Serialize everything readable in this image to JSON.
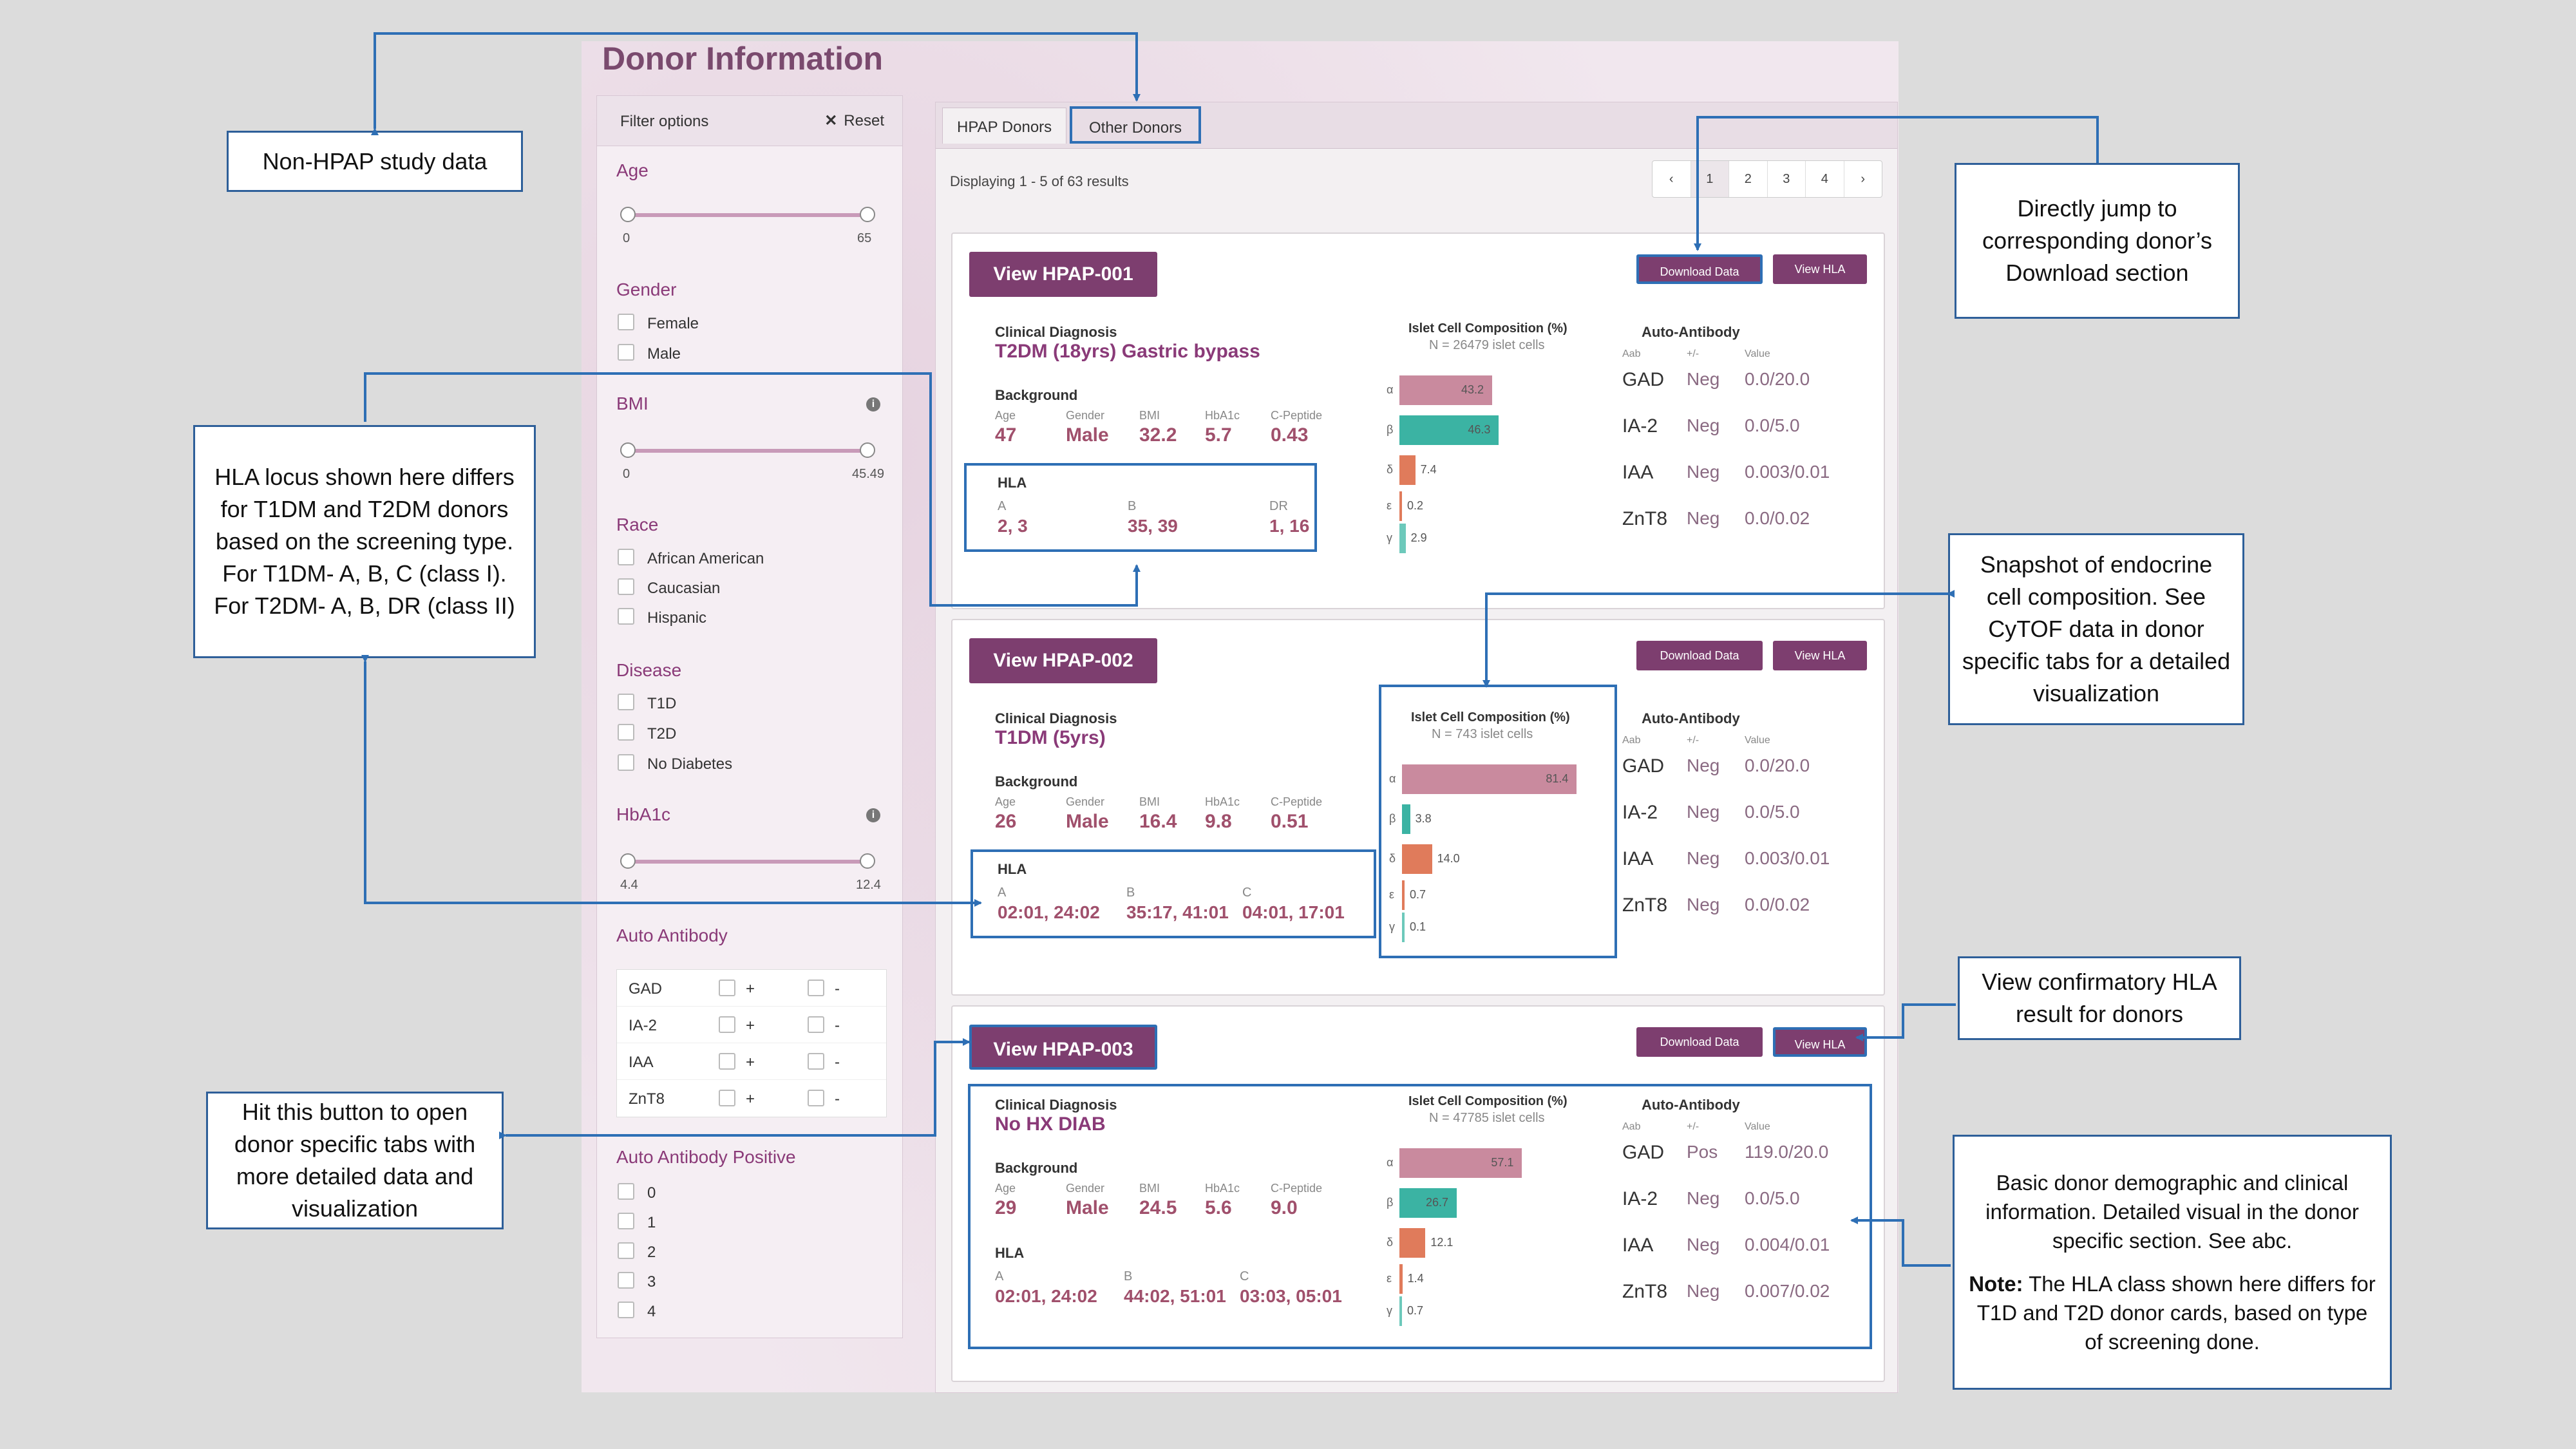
{
  "app": {
    "title": "Donor Information"
  },
  "filter": {
    "title": "Filter options",
    "reset_icon": "close-icon",
    "reset": "Reset",
    "age": {
      "label": "Age",
      "min": "0",
      "max": "65"
    },
    "gender": {
      "label": "Gender",
      "options": [
        "Female",
        "Male"
      ]
    },
    "bmi": {
      "label": "BMI",
      "min": "0",
      "max": "45.49"
    },
    "race": {
      "label": "Race",
      "options": [
        "African American",
        "Caucasian",
        "Hispanic"
      ]
    },
    "disease": {
      "label": "Disease",
      "options": [
        "T1D",
        "T2D",
        "No Diabetes"
      ]
    },
    "hba1c": {
      "label": "HbA1c",
      "min": "4.4",
      "max": "12.4"
    },
    "auto_antibody": {
      "label": "Auto Antibody",
      "rows": [
        "GAD",
        "IA-2",
        "IAA",
        "ZnT8"
      ],
      "plus": "+",
      "minus": "-"
    },
    "auto_antibody_positive": {
      "label": "Auto Antibody Positive",
      "options": [
        "0",
        "1",
        "2",
        "3",
        "4"
      ]
    }
  },
  "tabs": [
    "HPAP Donors",
    "Other Donors"
  ],
  "results_text": "Displaying 1 - 5 of 63 results",
  "pager": [
    "‹",
    "1",
    "2",
    "3",
    "4",
    "›"
  ],
  "labels": {
    "clinical_diagnosis": "Clinical Diagnosis",
    "background": "Background",
    "age": "Age",
    "gender": "Gender",
    "bmi": "BMI",
    "hba1c": "HbA1c",
    "cpeptide": "C-Peptide",
    "hla": "HLA",
    "islet_title": "Islet Cell Composition (%)",
    "auto_antibody": "Auto-Antibody",
    "aab": "Aab",
    "pm": "+/-",
    "value": "Value",
    "download": "Download Data",
    "view_hla": "View HLA",
    "greek": [
      "α",
      "β",
      "δ",
      "ε",
      "γ"
    ]
  },
  "donors": [
    {
      "button": "View HPAP-001",
      "diagnosis": "T2DM (18yrs) Gastric bypass",
      "age": "47",
      "gender": "Male",
      "bmi": "32.2",
      "hba1c": "5.7",
      "cpeptide": "0.43",
      "hla_loci": [
        "A",
        "B",
        "DR"
      ],
      "hla_vals": [
        "2, 3",
        "35, 39",
        "1, 16"
      ],
      "islet_n": "N = 26479 islet cells",
      "islet": [
        43.2,
        46.3,
        7.4,
        0.2,
        2.9
      ],
      "islet_labels": [
        "43.2",
        "46.3",
        "7.4",
        "0.2",
        "2.9"
      ],
      "ab": [
        [
          "GAD",
          "Neg",
          "0.0/20.0"
        ],
        [
          "IA-2",
          "Neg",
          "0.0/5.0"
        ],
        [
          "IAA",
          "Neg",
          "0.003/0.01"
        ],
        [
          "ZnT8",
          "Neg",
          "0.0/0.02"
        ]
      ]
    },
    {
      "button": "View HPAP-002",
      "diagnosis": "T1DM (5yrs)",
      "age": "26",
      "gender": "Male",
      "bmi": "16.4",
      "hba1c": "9.8",
      "cpeptide": "0.51",
      "hla_loci": [
        "A",
        "B",
        "C"
      ],
      "hla_vals": [
        "02:01, 24:02",
        "35:17, 41:01",
        "04:01, 17:01"
      ],
      "islet_n": "N = 743 islet cells",
      "islet": [
        81.4,
        3.8,
        14.0,
        0.7,
        0.1
      ],
      "islet_labels": [
        "81.4",
        "3.8",
        "14.0",
        "0.7",
        "0.1"
      ],
      "ab": [
        [
          "GAD",
          "Neg",
          "0.0/20.0"
        ],
        [
          "IA-2",
          "Neg",
          "0.0/5.0"
        ],
        [
          "IAA",
          "Neg",
          "0.003/0.01"
        ],
        [
          "ZnT8",
          "Neg",
          "0.0/0.02"
        ]
      ]
    },
    {
      "button": "View HPAP-003",
      "diagnosis": "No HX DIAB",
      "age": "29",
      "gender": "Male",
      "bmi": "24.5",
      "hba1c": "5.6",
      "cpeptide": "9.0",
      "hla_loci": [
        "A",
        "B",
        "C"
      ],
      "hla_vals": [
        "02:01, 24:02",
        "44:02, 51:01",
        "03:03, 05:01"
      ],
      "islet_n": "N = 47785 islet cells",
      "islet": [
        57.1,
        26.7,
        12.1,
        1.4,
        0.7
      ],
      "islet_labels": [
        "57.1",
        "26.7",
        "12.1",
        "1.4",
        "0.7"
      ],
      "ab": [
        [
          "GAD",
          "Pos",
          "119.0/20.0"
        ],
        [
          "IA-2",
          "Neg",
          "0.0/5.0"
        ],
        [
          "IAA",
          "Neg",
          "0.004/0.01"
        ],
        [
          "ZnT8",
          "Neg",
          "0.007/0.02"
        ]
      ]
    }
  ],
  "bar_colors": [
    "#c98a9e",
    "#3bb3a3",
    "#e07b5b",
    "#e07b5b",
    "#6dc9bb"
  ],
  "annotations": {
    "non_hpap": "Non-HPAP study data",
    "hla_locus": "HLA locus shown here differs for T1DM and T2DM donors based on the screening type. For T1DM- A, B, C (class I). For T2DM- A, B, DR (class II)",
    "hit_button": "Hit this button to open donor specific tabs with more detailed data and visualization",
    "jump_download": "Directly jump to corresponding donor’s Download section",
    "snapshot": "Snapshot of endocrine cell composition. See CyTOF data in donor specific tabs for a detailed visualization",
    "view_hla": "View confirmatory HLA result for donors",
    "basic_info": "Basic donor demographic and clinical information. Detailed visual in the donor specific section. See abc.",
    "note_label": "Note:",
    "note_text": " The HLA class shown here differs for T1D and T2D donor cards, based on type of screening done."
  }
}
